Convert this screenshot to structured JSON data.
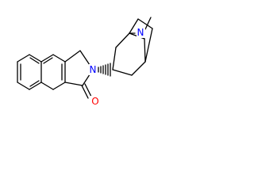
{
  "molecule": {
    "atoms": [
      {
        "id": "n_lactam",
        "label": "N",
        "color": "#0000ff"
      },
      {
        "id": "o_carbonyl",
        "label": "O",
        "color": "#ff0000"
      },
      {
        "id": "n_bridge",
        "label": "N",
        "color": "#0000ff"
      }
    ],
    "stereo_bond": "dashed-wedge"
  }
}
